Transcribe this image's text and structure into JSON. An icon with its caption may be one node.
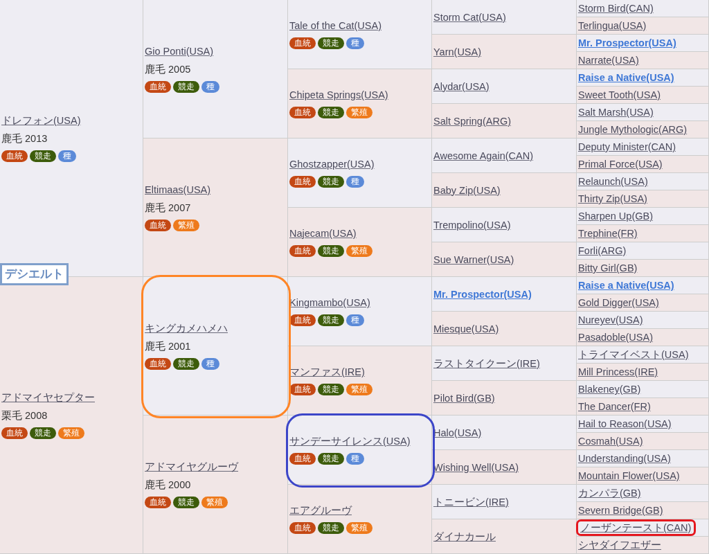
{
  "diagram": {
    "nodes": [
      {
        "text": [
          "ドレフォン(USA)",
          "鹿毛 2013"
        ]
      },
      {
        "text": [
          "血統"
        ],
        "in": 0
      },
      {
        "text": [
          "競走"
        ],
        "in": 0
      },
      {
        "text": [
          "種"
        ],
        "in": 0
      },
      {
        "text": [
          "Gio Ponti(USA)",
          "鹿毛 2005"
        ]
      },
      {
        "text": [
          "血統"
        ],
        "in": 4
      },
      {
        "text": [
          "競走"
        ],
        "in": 4
      },
      {
        "text": [
          "種"
        ],
        "in": 4
      },
      {
        "text": [
          "Tale of the Cat(USA)"
        ]
      },
      {
        "text": [
          "血統"
        ],
        "in": 8
      },
      {
        "text": [
          "競走"
        ],
        "in": 8
      },
      {
        "text": [
          "種"
        ],
        "in": 8
      },
      {
        "text": [
          "Storm Cat(USA)"
        ]
      },
      {
        "text": [
          "Storm Bird(CAN)"
        ]
      },
      {
        "text": [
          "Terlingua(USA)"
        ]
      },
      {
        "text": [
          "Yarn(USA)"
        ]
      },
      {
        "text": [
          "Mr. Prospector(USA)"
        ]
      },
      {
        "text": [
          "Narrate(USA)"
        ]
      },
      {
        "text": [
          "Chipeta Springs(USA)"
        ]
      },
      {
        "text": [
          "血統"
        ],
        "in": 18
      },
      {
        "text": [
          "競走"
        ],
        "in": 18
      },
      {
        "text": [
          "繁殖"
        ],
        "in": 18
      },
      {
        "text": [
          "Alydar(USA)"
        ]
      },
      {
        "text": [
          "Raise a Native(USA)"
        ]
      },
      {
        "text": [
          "Sweet Tooth(USA)"
        ]
      },
      {
        "text": [
          "Salt Spring(ARG)"
        ]
      },
      {
        "text": [
          "Salt Marsh(USA)"
        ]
      },
      {
        "text": [
          "Jungle Mythologic(ARG)"
        ]
      },
      {
        "text": [
          "Eltimaas(USA)",
          "鹿毛 2007"
        ]
      },
      {
        "text": [
          "血統"
        ],
        "in": 28
      },
      {
        "text": [
          "繁殖"
        ],
        "in": 28
      },
      {
        "text": [
          "Ghostzapper(USA)"
        ]
      },
      {
        "text": [
          "血統"
        ],
        "in": 31
      },
      {
        "text": [
          "競走"
        ],
        "in": 31
      },
      {
        "text": [
          "種"
        ],
        "in": 31
      },
      {
        "text": [
          "Awesome Again(CAN)"
        ]
      },
      {
        "text": [
          "Deputy Minister(CAN)"
        ]
      },
      {
        "text": [
          "Primal Force(USA)"
        ]
      },
      {
        "text": [
          "Baby Zip(USA)"
        ]
      },
      {
        "text": [
          "Relaunch(USA)"
        ]
      },
      {
        "text": [
          "Thirty Zip(USA)"
        ]
      },
      {
        "text": [
          "Najecam(USA)"
        ]
      },
      {
        "text": [
          "血統"
        ],
        "in": 41
      },
      {
        "text": [
          "競走"
        ],
        "in": 41
      },
      {
        "text": [
          "繁殖"
        ],
        "in": 41
      },
      {
        "text": [
          "Trempolino(USA)"
        ]
      },
      {
        "text": [
          "Sharpen Up(GB)"
        ]
      },
      {
        "text": [
          "Trephine(FR)"
        ]
      },
      {
        "text": [
          "Sue Warner(USA)"
        ]
      },
      {
        "text": [
          "Forli(ARG)"
        ]
      },
      {
        "text": [
          "Bitty Girl(GB)"
        ]
      },
      {
        "text": [
          "デシエルト"
        ]
      },
      {
        "text": [
          "アドマイヤセプター",
          "栗毛 2008"
        ]
      },
      {
        "text": [
          "血統"
        ],
        "in": 52
      },
      {
        "text": [
          "競走"
        ],
        "in": 52
      },
      {
        "text": [
          "繁殖"
        ],
        "in": 52
      },
      {
        "text": [
          "キングカメハメハ",
          "鹿毛 2001"
        ]
      },
      {
        "text": [
          "血統"
        ],
        "in": 56
      },
      {
        "text": [
          "競走"
        ],
        "in": 56
      },
      {
        "text": [
          "種"
        ],
        "in": 56
      },
      {
        "text": [
          "Kingmambo(USA)"
        ]
      },
      {
        "text": [
          "血統"
        ],
        "in": 60
      },
      {
        "text": [
          "競走"
        ],
        "in": 60
      },
      {
        "text": [
          "種"
        ],
        "in": 60
      },
      {
        "text": [
          "Mr. Prospector(USA)"
        ]
      },
      {
        "text": [
          "Raise a Native(USA)"
        ]
      },
      {
        "text": [
          "Gold Digger(USA)"
        ]
      },
      {
        "text": [
          "Miesque(USA)"
        ]
      },
      {
        "text": [
          "Nureyev(USA)"
        ]
      },
      {
        "text": [
          "Pasadoble(USA)"
        ]
      },
      {
        "text": [
          "マンファス(IRE)"
        ]
      },
      {
        "text": [
          "血統"
        ],
        "in": 70
      },
      {
        "text": [
          "競走"
        ],
        "in": 70
      },
      {
        "text": [
          "繁殖"
        ],
        "in": 70
      },
      {
        "text": [
          "ラストタイクーン(IRE)"
        ]
      },
      {
        "text": [
          "トライマイベスト(USA)"
        ]
      },
      {
        "text": [
          "Mill Princess(IRE)"
        ]
      },
      {
        "text": [
          "Pilot Bird(GB)"
        ]
      },
      {
        "text": [
          "Blakeney(GB)"
        ]
      },
      {
        "text": [
          "The Dancer(FR)"
        ]
      },
      {
        "text": [
          "アドマイヤグルーヴ",
          "鹿毛 2000"
        ]
      },
      {
        "text": [
          "血統"
        ],
        "in": 80
      },
      {
        "text": [
          "競走"
        ],
        "in": 80
      },
      {
        "text": [
          "繁殖"
        ],
        "in": 80
      },
      {
        "text": [
          "サンデーサイレンス(USA)"
        ]
      },
      {
        "text": [
          "血統"
        ],
        "in": 84
      },
      {
        "text": [
          "競走"
        ],
        "in": 84
      },
      {
        "text": [
          "種"
        ],
        "in": 84
      },
      {
        "text": [
          "Halo(USA)"
        ]
      },
      {
        "text": [
          "Hail to Reason(USA)"
        ]
      },
      {
        "text": [
          "Cosmah(USA)"
        ]
      },
      {
        "text": [
          "Wishing Well(USA)"
        ]
      },
      {
        "text": [
          "Understanding(USA)"
        ]
      },
      {
        "text": [
          "Mountain Flower(USA)"
        ]
      },
      {
        "text": [
          "エアグルーヴ"
        ]
      },
      {
        "text": [
          "血統"
        ],
        "in": 94
      },
      {
        "text": [
          "競走"
        ],
        "in": 94
      },
      {
        "text": [
          "繁殖"
        ],
        "in": 94
      },
      {
        "text": [
          "トニービン(IRE)"
        ]
      },
      {
        "text": [
          "カンパラ(GB)"
        ]
      },
      {
        "text": [
          "Severn Bridge(GB)"
        ]
      },
      {
        "text": [
          "ダイナカール"
        ]
      },
      {
        "text": [
          "ノーザンテースト(CAN)"
        ]
      },
      {
        "text": [
          "シヤダイフエザー"
        ]
      }
    ]
  }
}
